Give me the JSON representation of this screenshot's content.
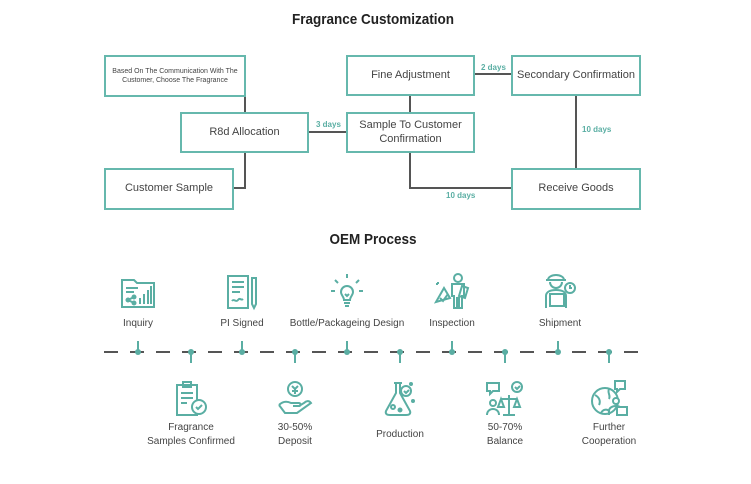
{
  "fragrance": {
    "title": "Fragrance Customization",
    "boxes": {
      "choose": "Based On The Communication With The Customer, Choose The Fragrance",
      "rd": "R8d Allocation",
      "customer_sample": "Customer Sample",
      "sample_confirm": "Sample To Customer Confirmation",
      "fine": "Fine Adjustment",
      "secondary": "Secondary Confirmation",
      "receive": "Receive Goods"
    },
    "durations": {
      "rd_to_sample": "3 days",
      "fine_to_secondary": "2 days",
      "secondary_to_receive": "10 days",
      "sample_to_receive": "10 days"
    }
  },
  "oem": {
    "title": "OEM Process",
    "top_steps": [
      {
        "label": "Inquiry",
        "icon": "folder-chart-icon"
      },
      {
        "label": "PI Signed",
        "icon": "document-pen-icon"
      },
      {
        "label": "Bottle/Packageing Design",
        "icon": "lightbulb-icon"
      },
      {
        "label": "Inspection",
        "icon": "inspector-clipboard-icon"
      },
      {
        "label": "Shipment",
        "icon": "courier-package-icon"
      }
    ],
    "bottom_steps": [
      {
        "label_line1": "Fragrance",
        "label_line2": "Samples Confirmed",
        "icon": "clipboard-check-icon"
      },
      {
        "label_line1": "30-50%",
        "label_line2": "Deposit",
        "icon": "hand-coin-icon"
      },
      {
        "label_line1": "Production",
        "label_line2": "",
        "icon": "flask-icon"
      },
      {
        "label_line1": "50-70%",
        "label_line2": "Balance",
        "icon": "balance-scale-icon"
      },
      {
        "label_line1": "Further",
        "label_line2": "Cooperation",
        "icon": "globe-person-icon"
      }
    ]
  },
  "colors": {
    "accent": "#5aaea3",
    "line": "#555555"
  }
}
